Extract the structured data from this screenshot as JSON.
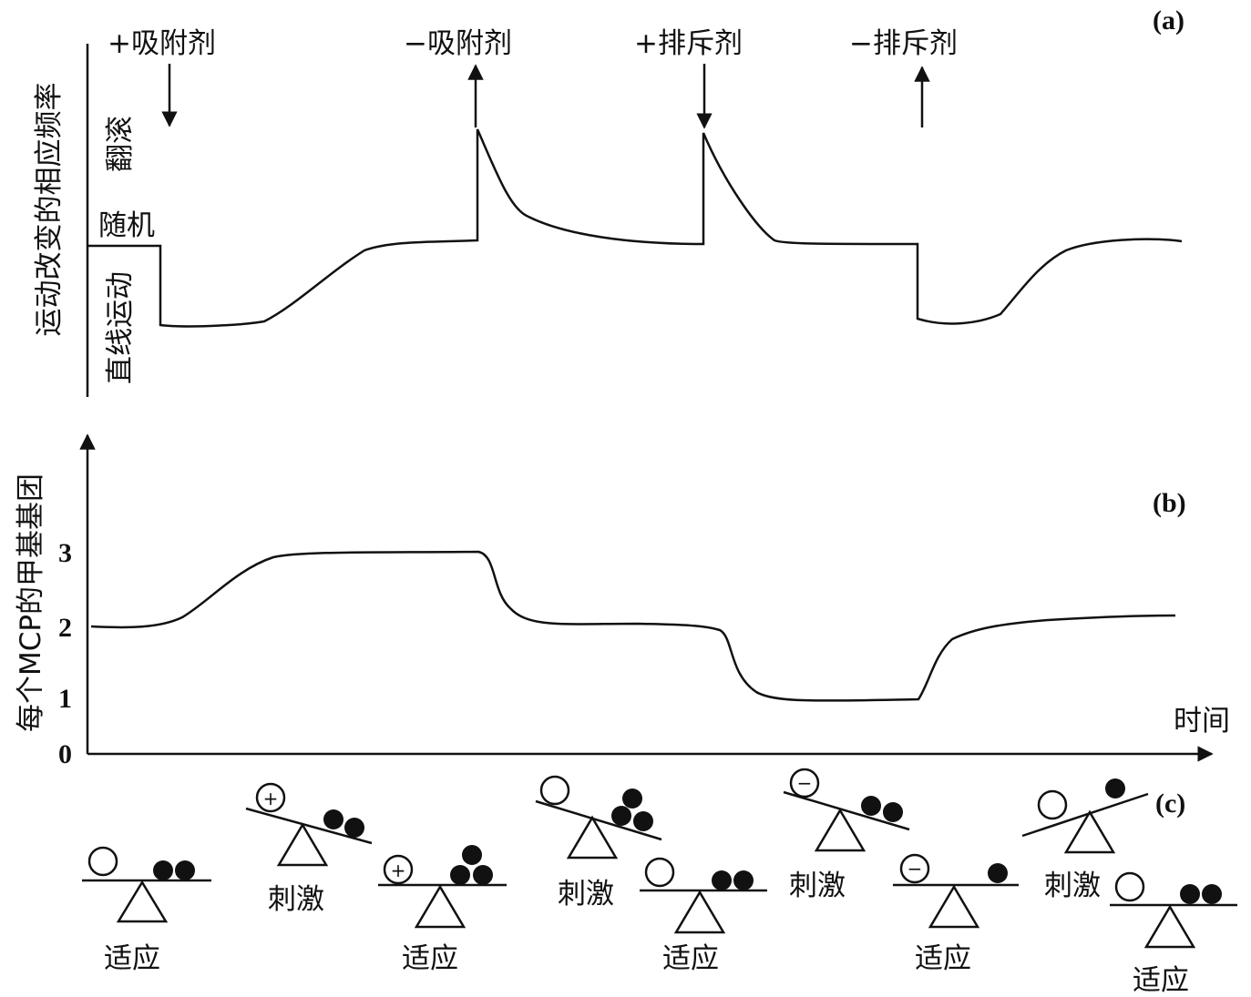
{
  "panel_a": {
    "panel_label": "(a)",
    "y_axis_label": "运动改变的相应频率",
    "state_labels": {
      "tumble": "翻滚",
      "random": "随机",
      "straight": "直线运动"
    },
    "stimuli": [
      {
        "label": "+吸附剂",
        "arrow": "down"
      },
      {
        "label": "−吸附剂",
        "arrow": "up"
      },
      {
        "label": "+排斥剂",
        "arrow": "down"
      },
      {
        "label": "−排斥剂",
        "arrow": "up"
      }
    ]
  },
  "panel_b": {
    "panel_label": "(b)",
    "y_axis_label": "每个MCP的甲基基团",
    "x_axis_label": "时间",
    "y_ticks": [
      "0",
      "1",
      "2",
      "3"
    ]
  },
  "panel_c": {
    "panel_label": "(c)",
    "labels": {
      "adapt": "适应",
      "stimulus": "刺激"
    },
    "ligand_signs": {
      "attractant": "+",
      "repellent": "−"
    }
  },
  "colors": {
    "line": "#111111",
    "background": "#ffffff"
  }
}
